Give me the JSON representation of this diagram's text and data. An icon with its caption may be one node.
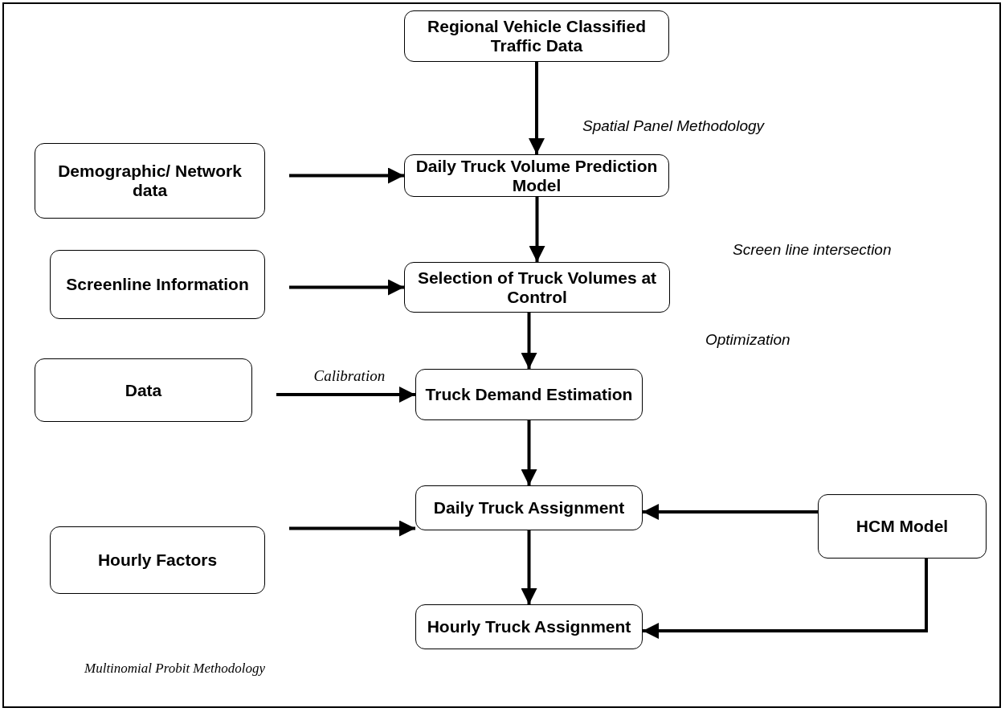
{
  "diagram": {
    "nodes": [
      {
        "text": [
          "Regional Vehicle Classified Traffic Data"
        ]
      },
      {
        "text": [
          "Demographic/ Network data"
        ]
      },
      {
        "text": [
          "Daily Truck Volume Prediction Model"
        ]
      },
      {
        "text": [
          "Screenline Information"
        ]
      },
      {
        "text": [
          "Selection of Truck Volumes at Control"
        ]
      },
      {
        "text": [
          "Data"
        ]
      },
      {
        "text": [
          "Truck Demand Estimation"
        ]
      },
      {
        "text": [
          "Daily Truck Assignment"
        ]
      },
      {
        "text": [
          "Hourly Factors"
        ]
      },
      {
        "text": [
          "HCM Model"
        ]
      },
      {
        "text": [
          "Hourly Truck Assignment"
        ]
      }
    ],
    "edges": [
      {
        "from": 0,
        "to": 2,
        "arrow": "to"
      },
      {
        "from": 1,
        "to": 2,
        "arrow": "to"
      },
      {
        "from": 2,
        "to": 4,
        "arrow": "to"
      },
      {
        "from": 3,
        "to": 4,
        "arrow": "to"
      },
      {
        "from": 4,
        "to": 6,
        "arrow": "to"
      },
      {
        "from": 5,
        "to": 6,
        "arrow": "to",
        "label": "Calibration"
      },
      {
        "from": 6,
        "to": 7,
        "arrow": "to"
      },
      {
        "from": 8,
        "to": 7,
        "arrow": "to"
      },
      {
        "from": 7,
        "to": 10,
        "arrow": "to"
      },
      {
        "from": 9,
        "to": 7,
        "arrow": "to"
      },
      {
        "from": 9,
        "to": 10,
        "arrow": "to"
      }
    ],
    "labels": [
      "Spatial Panel Methodology",
      "Screen line intersection",
      "Optimization",
      "Multinomial Probit Methodology"
    ]
  }
}
